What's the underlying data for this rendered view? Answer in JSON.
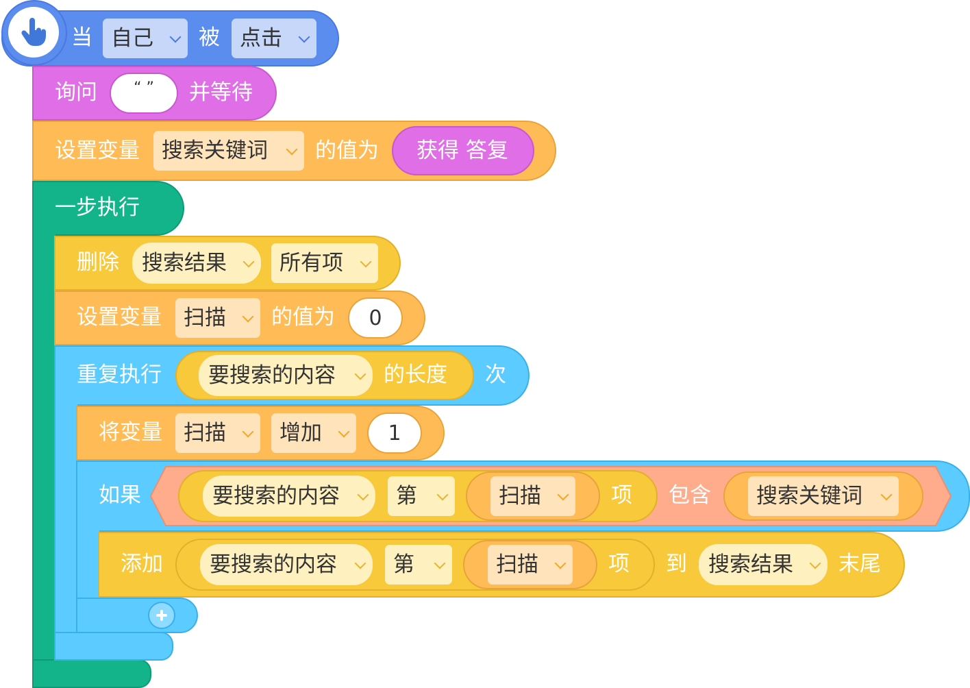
{
  "hat": {
    "when": "当",
    "target": "自己",
    "is": "被",
    "event": "点击"
  },
  "ask": {
    "label": "询问",
    "question": "“ ”",
    "wait": "并等待"
  },
  "set_answer": {
    "label": "设置变量",
    "variable": "搜索关键词",
    "value_to": "的值为",
    "reporter": "获得 答复"
  },
  "step_exec": {
    "label": "一步执行"
  },
  "delete_items": {
    "label": "删除",
    "list": "搜索结果",
    "which": "所有项"
  },
  "set_scan": {
    "label": "设置变量",
    "variable": "扫描",
    "value_to": "的值为",
    "value": "0"
  },
  "repeat": {
    "label": "重复执行",
    "list": "要搜索的内容",
    "length_of": "的长度",
    "times": "次"
  },
  "change_scan": {
    "label": "将变量",
    "variable": "扫描",
    "op": "增加",
    "value": "1"
  },
  "if_block": {
    "label": "如果",
    "list": "要搜索的内容",
    "nth": "第",
    "index_var": "扫描",
    "item": "项",
    "contains": "包含",
    "keyword_var": "搜索关键词"
  },
  "add_block": {
    "label": "添加",
    "list": "要搜索的内容",
    "nth": "第",
    "index_var": "扫描",
    "item": "项",
    "to": "到",
    "target_list": "搜索结果",
    "end": "末尾"
  },
  "add_else": {
    "icon": "plus-icon"
  },
  "colors": {
    "events": "#5b8def",
    "looks": "#e06ee6",
    "variables": "#ffbb55",
    "control_green": "#13b48a",
    "lists": "#f7c93b",
    "control_blue": "#5ccbff",
    "operators": "#ffac8c"
  }
}
